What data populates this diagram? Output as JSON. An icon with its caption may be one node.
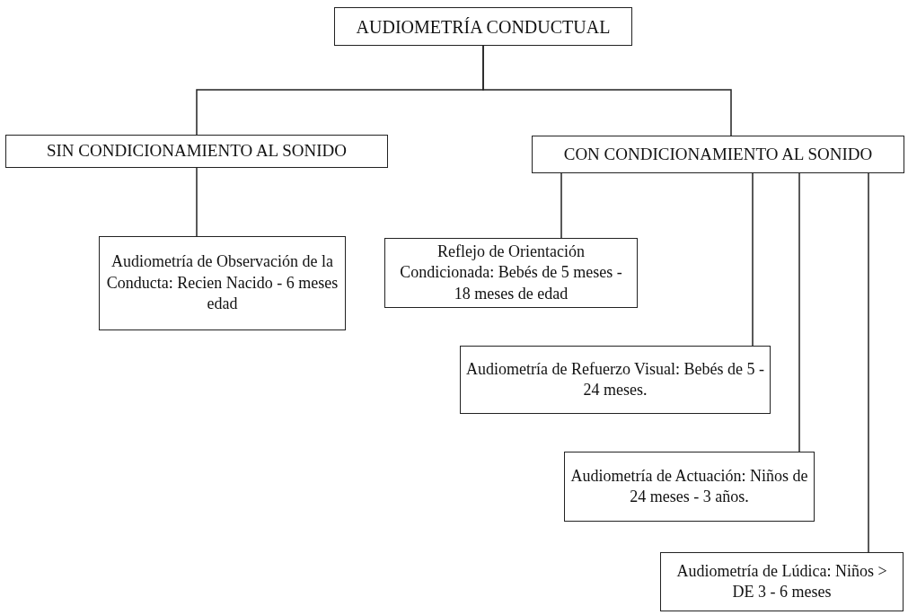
{
  "diagram": {
    "nodes": [
      {
        "text": [
          "AUDIOMETRÍA CONDUCTUAL"
        ]
      },
      {
        "text": [
          "SIN CONDICIONAMIENTO AL SONIDO"
        ]
      },
      {
        "text": [
          "CON CONDICIONAMIENTO AL SONIDO"
        ]
      },
      {
        "text": [
          "Audiometría de Observación de la Conducta: Recien Nacido - 6 meses edad"
        ]
      },
      {
        "text": [
          "Reflejo de Orientación Condicionada: Bebés de 5 meses - 18 meses de edad"
        ]
      },
      {
        "text": [
          "Audiometría de Refuerzo Visual: Bebés de 5 - 24 meses."
        ]
      },
      {
        "text": [
          "Audiometría de Actuación: Niños de 24 meses - 3 años."
        ]
      },
      {
        "text": [
          "Audiometría de Lúdica: Niños > DE 3 - 6 meses"
        ]
      }
    ],
    "edges": [
      {
        "from": 0,
        "to": 1,
        "arrow": "none"
      },
      {
        "from": 0,
        "to": 2,
        "arrow": "none"
      },
      {
        "from": 1,
        "to": 3,
        "arrow": "none"
      },
      {
        "from": 2,
        "to": 4,
        "arrow": "none"
      },
      {
        "from": 2,
        "to": 5,
        "arrow": "none"
      },
      {
        "from": 2,
        "to": 6,
        "arrow": "none"
      },
      {
        "from": 2,
        "to": 7,
        "arrow": "none"
      }
    ]
  }
}
